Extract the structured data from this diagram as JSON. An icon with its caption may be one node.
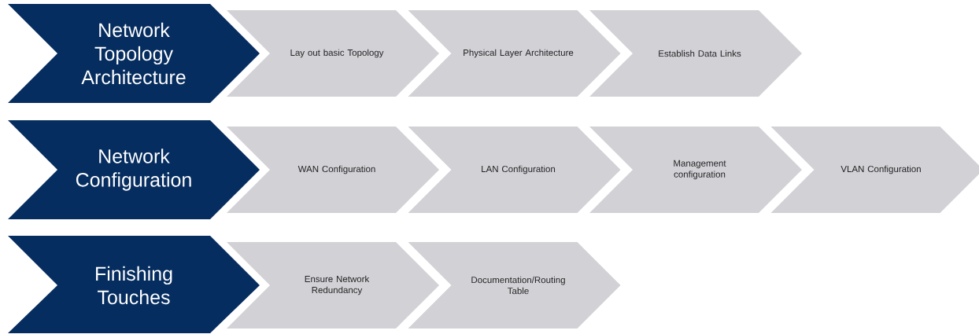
{
  "diagram": {
    "nodes": [
      {
        "text": [
          "Network Topology Architecture"
        ]
      },
      {
        "text": [
          "Lay out basic Topology"
        ]
      },
      {
        "text": [
          "Physical Layer Architecture"
        ]
      },
      {
        "text": [
          "Establish Data Links"
        ]
      },
      {
        "text": [
          "Network Configuration"
        ]
      },
      {
        "text": [
          "WAN Configuration"
        ]
      },
      {
        "text": [
          "LAN Configuration"
        ]
      },
      {
        "text": [
          "Management configuration"
        ]
      },
      {
        "text": [
          "VLAN Configuration"
        ]
      },
      {
        "text": [
          "Finishing Touches"
        ]
      },
      {
        "text": [
          "Ensure Network Redundancy"
        ]
      },
      {
        "text": [
          "Documentation/Routing Table"
        ]
      }
    ]
  }
}
